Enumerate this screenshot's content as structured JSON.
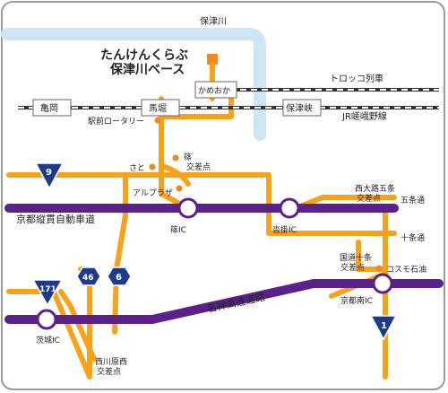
{
  "title": {
    "line1": "たんけんくらぶ",
    "line2": "保津川ベース"
  },
  "river": "保津川",
  "colors": {
    "frame": "#9a9a9a",
    "river": "#cfe6f6",
    "road": "#f7a21b",
    "expressway": "#5a2289",
    "marker": "#f28a1a",
    "national_route_sign": "#1e3a8a"
  },
  "rail": {
    "trolley": "トロッコ列車",
    "jr": "JR嵯峨野線",
    "stations": [
      "亀岡",
      "馬堀",
      "保津峡"
    ],
    "kameoka_label": "かめおか"
  },
  "places": {
    "ekimae_rotary": "駅前ロータリー",
    "sato": "さと",
    "shinoe_junction": "篠\n交差点",
    "alpraza": "アルプラザ",
    "shinoe_ic": "篠IC",
    "kutsukake_ic": "沓掛IC",
    "kyoto_juukan": "京都縦貫自動車道",
    "nishioji_gojo": "西大路五条\n交差点",
    "gojo_dori": "五条通",
    "jujo_dori": "十条通",
    "kokudo_jujo": "国道十条\n交差点",
    "cosmo": "コスモ石油",
    "kyoto_minami_ic": "京都南IC",
    "meishin": "名神高速道路",
    "ibaraki_ic": "茨城IC",
    "nishikawara": "西川原西\n交差点"
  },
  "route_signs": [
    "9",
    "171",
    "46",
    "6",
    "1"
  ],
  "icons": [
    "destination-marker-icon",
    "station-sign-icon",
    "route-shield-icon",
    "interchange-icon",
    "place-dot-icon"
  ]
}
